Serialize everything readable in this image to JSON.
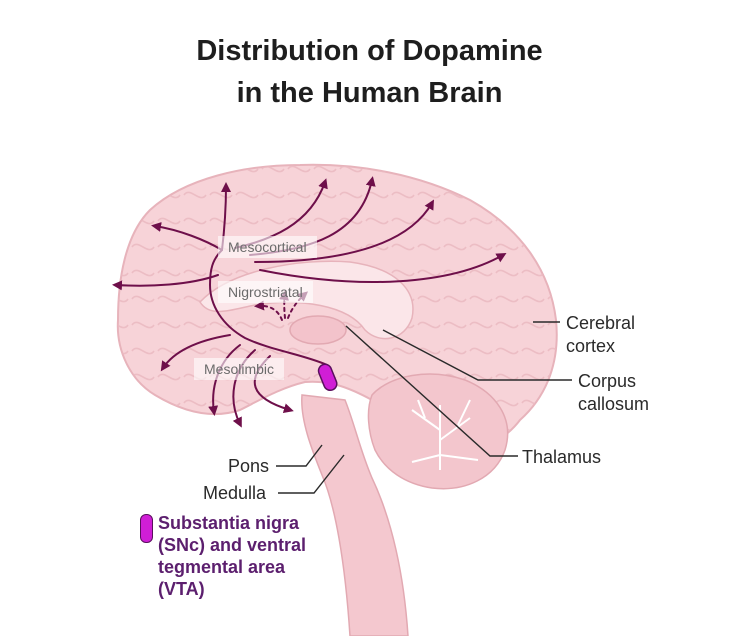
{
  "title": {
    "line1": "Distribution of Dopamine",
    "line2": "in the Human Brain"
  },
  "pathways": {
    "mesocortical": "Mesocortical",
    "nigrostriatal": "Nigrostriatal",
    "mesolimbic": "Mesolimbic"
  },
  "structures": {
    "cerebral_cortex_1": "Cerebral",
    "cerebral_cortex_2": "cortex",
    "corpus_callosum_1": "Corpus",
    "corpus_callosum_2": "callosum",
    "thalamus": "Thalamus",
    "pons": "Pons",
    "medulla": "Medulla"
  },
  "legend": {
    "line1": "Substantia nigra",
    "line2": "(SNc) and ventral",
    "line3": "tegmental area",
    "line4": "(VTA)"
  },
  "colors": {
    "pathway": "#6e0f4a",
    "brain_fill": "#f7d3d8",
    "brain_outline": "#e7b3bb",
    "snc_vta": "#d01ed6"
  }
}
